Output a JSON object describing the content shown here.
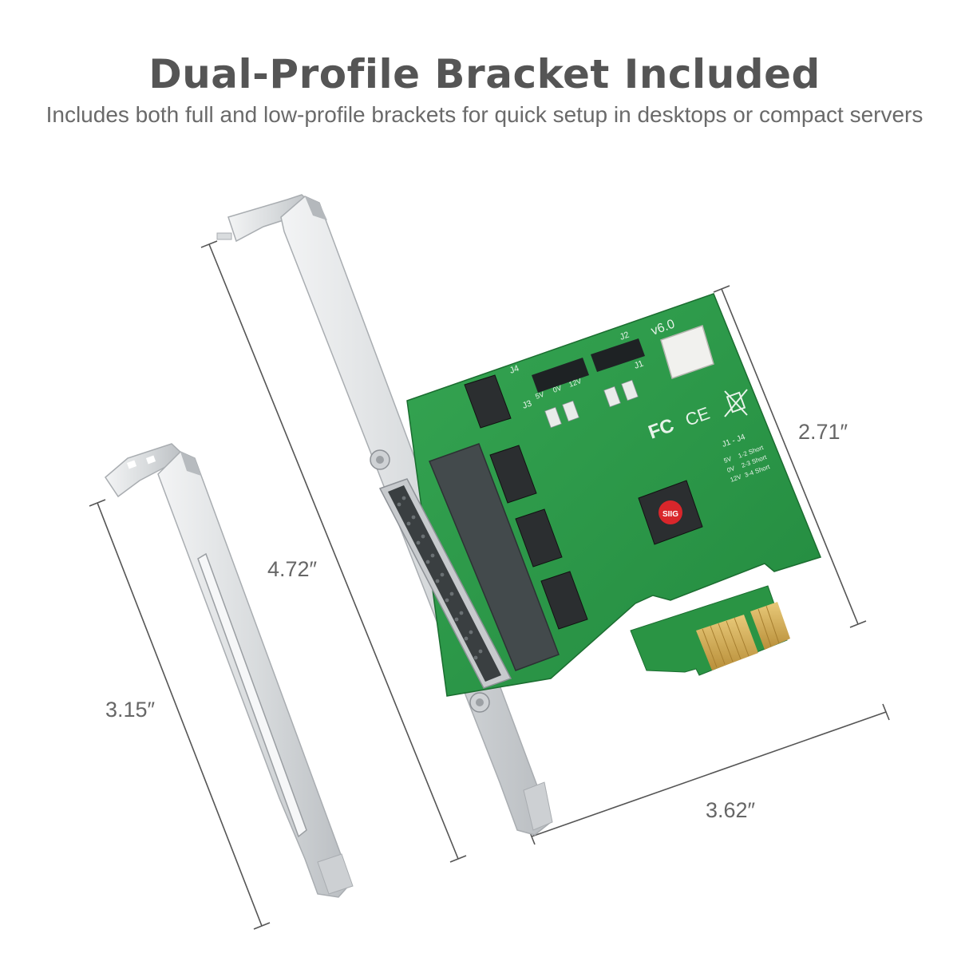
{
  "header": {
    "title": "Dual-Profile Bracket Included",
    "subtitle": "Includes both full and low-profile brackets for quick setup in desktops or compact servers"
  },
  "dimensions": {
    "full_bracket_height": "4.72″",
    "card_height": "2.71″",
    "card_length": "3.62″",
    "low_profile_height": "3.15″"
  },
  "board": {
    "version_mark": "v6.0",
    "header_j4": "J4",
    "header_j2": "J2",
    "header_j1": "J1",
    "header_j3": "J3",
    "label_5v": "5V",
    "label_0v": "0V",
    "label_12v": "12V",
    "jumper_title": "J1 - J4",
    "jumper_rows": [
      {
        "v": "5V",
        "s": "1-2 Short"
      },
      {
        "v": "0V",
        "s": "2-3 Short"
      },
      {
        "v": "12V",
        "s": "3-4 Short"
      }
    ],
    "fc_mark": "FC",
    "ce_mark": "CE",
    "chip_brand": "SIIG"
  },
  "colors": {
    "pcb_green": "#2e9a4a",
    "pcb_dark": "#1f7a36",
    "metal": "#d9dcde",
    "metal_shadow": "#a9adb1",
    "gold": "#d8b35a",
    "connector": "#444a4c",
    "chip_red": "#d9262b",
    "text": "#555555"
  }
}
